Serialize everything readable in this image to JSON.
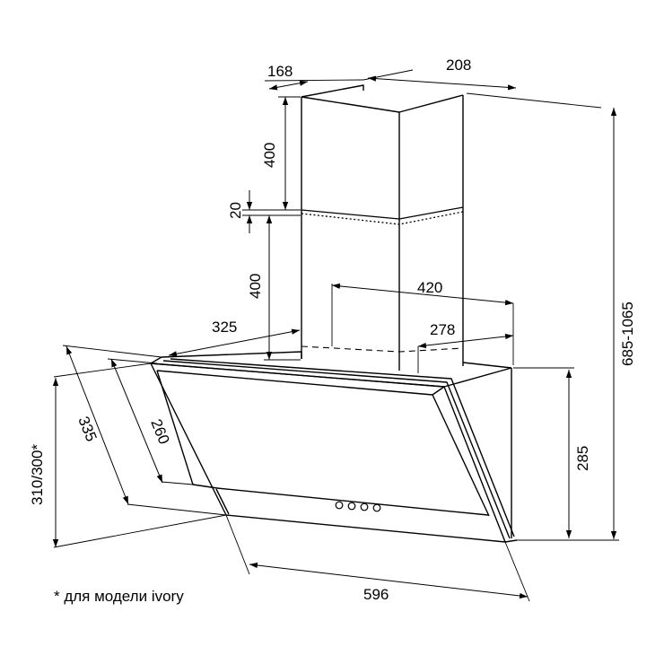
{
  "colors": {
    "line": "#000000",
    "background": "#ffffff"
  },
  "dimensions": {
    "chimney_depth": "168",
    "chimney_width": "208",
    "upper_chimney_height": "400",
    "chimney_overlap": "20",
    "lower_chimney_height": "400",
    "mount_width": "420",
    "mount_depth": "278",
    "hood_top_depth": "325",
    "glass_length": "335",
    "glass_inner_length": "260",
    "hood_height": "310/300*",
    "body_height": "285",
    "total_height": "685-1065",
    "hood_width": "596"
  },
  "footnote": "* для модели ivory"
}
